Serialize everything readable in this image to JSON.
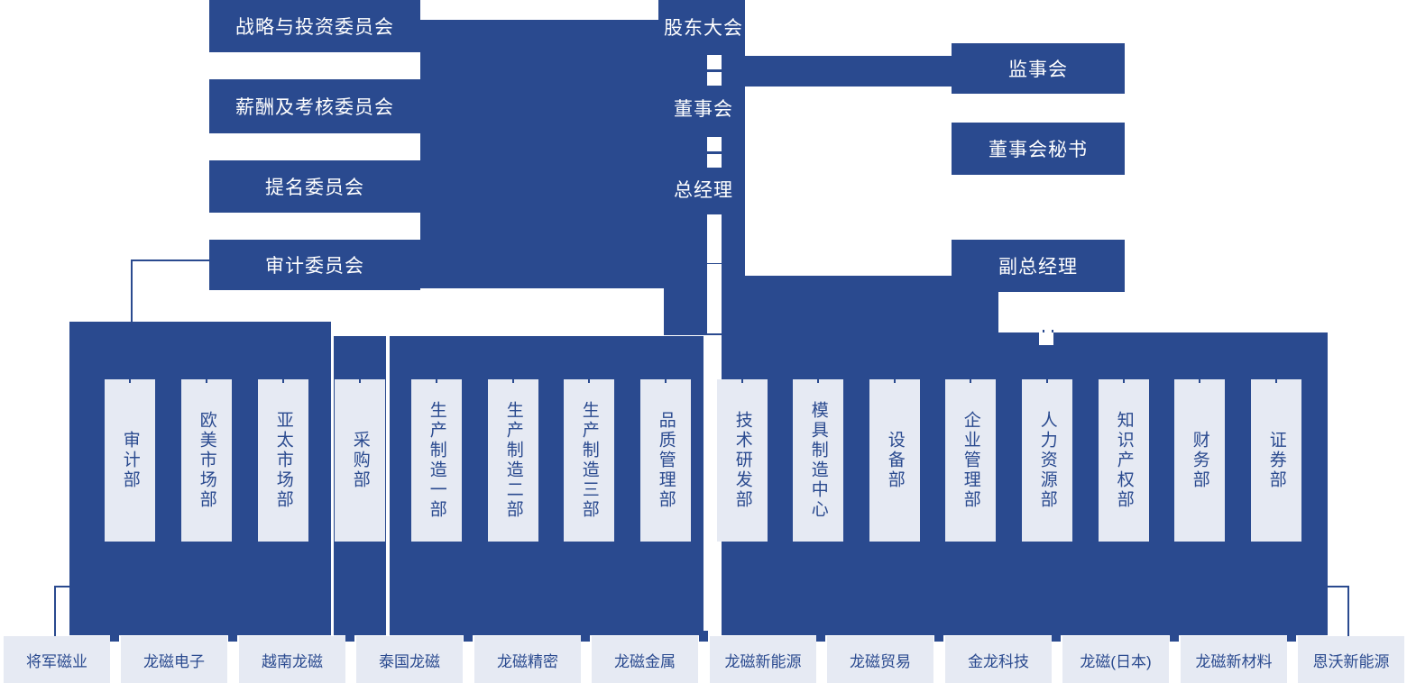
{
  "meta": {
    "title": "公司组织结构图",
    "colors": {
      "primary": "#2a4a8f",
      "card_fill": "#e6eaf3",
      "background": "#ffffff",
      "card_text": "#2a4a8f",
      "plate_text": "#ffffff"
    }
  },
  "governance": {
    "shareholders_meeting": "股东大会",
    "board_of_directors": "董事会",
    "general_manager": "总经理"
  },
  "supervisory": {
    "board_of_supervisors": "监事会",
    "board_secretary": "董事会秘书",
    "deputy_general_manager": "副总经理"
  },
  "committees": [
    {
      "label": "战略与投资委员会"
    },
    {
      "label": "薪酬及考核委员会"
    },
    {
      "label": "提名委员会"
    },
    {
      "label": "审计委员会"
    }
  ],
  "departments": [
    {
      "label": "审计部"
    },
    {
      "label": "欧美市场部"
    },
    {
      "label": "亚太市场部"
    },
    {
      "label": "采购部"
    },
    {
      "label": "生产制造一部"
    },
    {
      "label": "生产制造二部"
    },
    {
      "label": "生产制造三部"
    },
    {
      "label": "品质管理部"
    },
    {
      "label": "技术研发部"
    },
    {
      "label": "模具制造中心"
    },
    {
      "label": "设备部"
    },
    {
      "label": "企业管理部"
    },
    {
      "label": "人力资源部"
    },
    {
      "label": "知识产权部"
    },
    {
      "label": "财务部"
    },
    {
      "label": "证券部"
    }
  ],
  "subsidiaries": [
    {
      "label": "将军磁业"
    },
    {
      "label": "龙磁电子"
    },
    {
      "label": "越南龙磁"
    },
    {
      "label": "泰国龙磁"
    },
    {
      "label": "龙磁精密"
    },
    {
      "label": "龙磁金属"
    },
    {
      "label": "龙磁新能源"
    },
    {
      "label": "龙磁贸易"
    },
    {
      "label": "金龙科技"
    },
    {
      "label": "龙磁(日本)"
    },
    {
      "label": "龙磁新材料"
    },
    {
      "label": "恩沃新能源"
    }
  ]
}
